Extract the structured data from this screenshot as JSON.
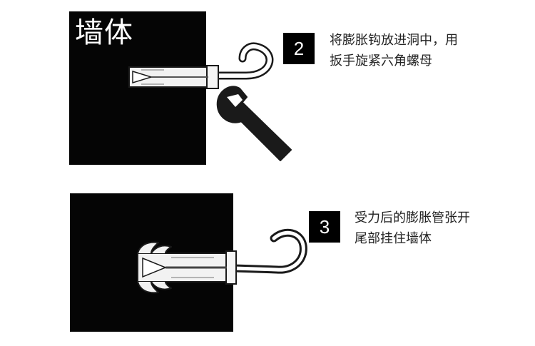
{
  "wall_label": "墙体",
  "steps": [
    {
      "number": "2",
      "lines": [
        "将膨胀钩放进洞中，用",
        "扳手旋紧六角螺母"
      ]
    },
    {
      "number": "3",
      "lines": [
        "受力后的膨胀管张开",
        "尾部挂住墙体"
      ]
    }
  ],
  "colors": {
    "wall": "#050505",
    "badge": "#000000",
    "text": "#222222",
    "sleeve": "#f2f2f2"
  }
}
